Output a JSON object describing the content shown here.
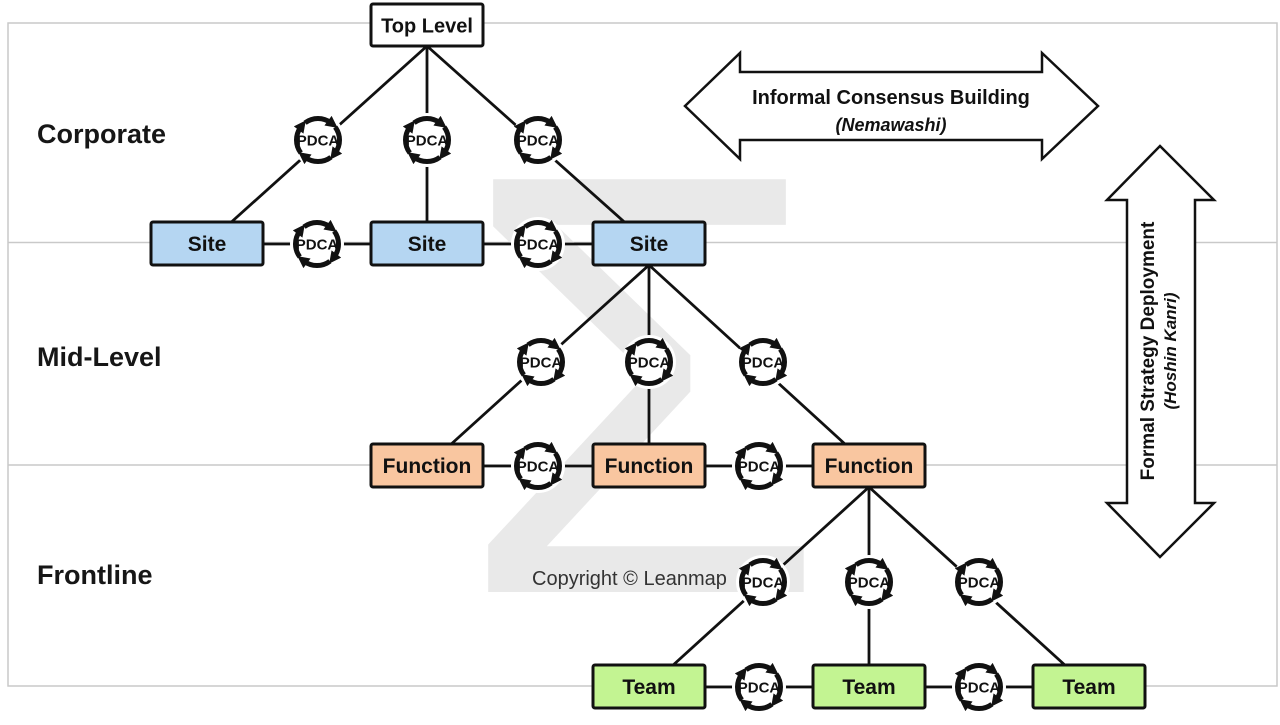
{
  "diagram": {
    "top_box": "Top Level",
    "row_labels": [
      "Corporate",
      "Mid-Level",
      "Frontline"
    ],
    "site_label": "Site",
    "function_label": "Function",
    "team_label": "Team",
    "pdca_label": "PDCA",
    "horizontal_arrow": {
      "title": "Informal Consensus Building",
      "subtitle": "(Nemawashi)"
    },
    "vertical_arrow": {
      "title": "Formal Strategy Deployment",
      "subtitle": "(Hoshin Kanri)"
    },
    "watermark_sigma": "Σ",
    "copyright": "Copyright © Leanmap",
    "colors": {
      "site_fill": "#B5D6F2",
      "function_fill": "#F9C6A0",
      "team_fill": "#C3F492",
      "top_fill": "#FFFFFF",
      "line": "#111111",
      "frame": "#C9C9C9",
      "watermark": "#E9E9E9",
      "copyright_text": "#333333"
    }
  }
}
